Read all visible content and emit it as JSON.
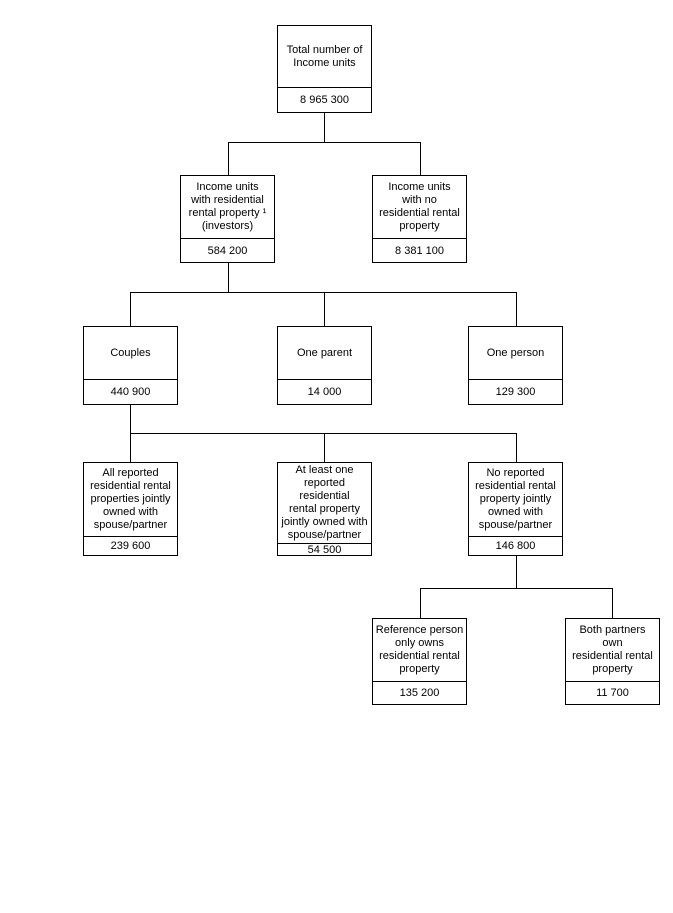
{
  "diagram": {
    "type": "tree",
    "background_color": "#ffffff",
    "line_color": "#000000",
    "nodes": {
      "total": {
        "label": "Total number of\nIncome units",
        "value": "8 965 300"
      },
      "investors": {
        "label": "Income units\nwith residential\nrental property ¹\n(investors)",
        "value": "584 200"
      },
      "no_property": {
        "label": "Income units\nwith no\nresidential rental\nproperty",
        "value": "8 381 100"
      },
      "couples": {
        "label": "Couples",
        "value": "440 900"
      },
      "one_parent": {
        "label": "One parent",
        "value": "14 000"
      },
      "one_person": {
        "label": "One person",
        "value": "129 300"
      },
      "all_joint": {
        "label": "All reported\nresidential rental\nproperties jointly\nowned with\nspouse/partner",
        "value": "239 600"
      },
      "at_least_one_joint": {
        "label": "At least one\nreported residential\nrental property\njointly owned with\nspouse/partner",
        "value": "54 500"
      },
      "none_joint": {
        "label": "No reported\nresidential rental\nproperty jointly\nowned with\nspouse/partner",
        "value": "146 800"
      },
      "reference_only": {
        "label": "Reference person\nonly owns\nresidential rental\nproperty",
        "value": "135 200"
      },
      "both_partners": {
        "label": "Both partners\nown\nresidential rental\nproperty",
        "value": "11 700"
      }
    },
    "edges": [
      {
        "from": "total",
        "to": [
          "investors",
          "no_property"
        ]
      },
      {
        "from": "investors",
        "to": [
          "couples",
          "one_parent",
          "one_person"
        ]
      },
      {
        "from": "couples",
        "to": [
          "all_joint",
          "at_least_one_joint",
          "none_joint"
        ]
      },
      {
        "from": "none_joint",
        "to": [
          "reference_only",
          "both_partners"
        ]
      }
    ]
  }
}
